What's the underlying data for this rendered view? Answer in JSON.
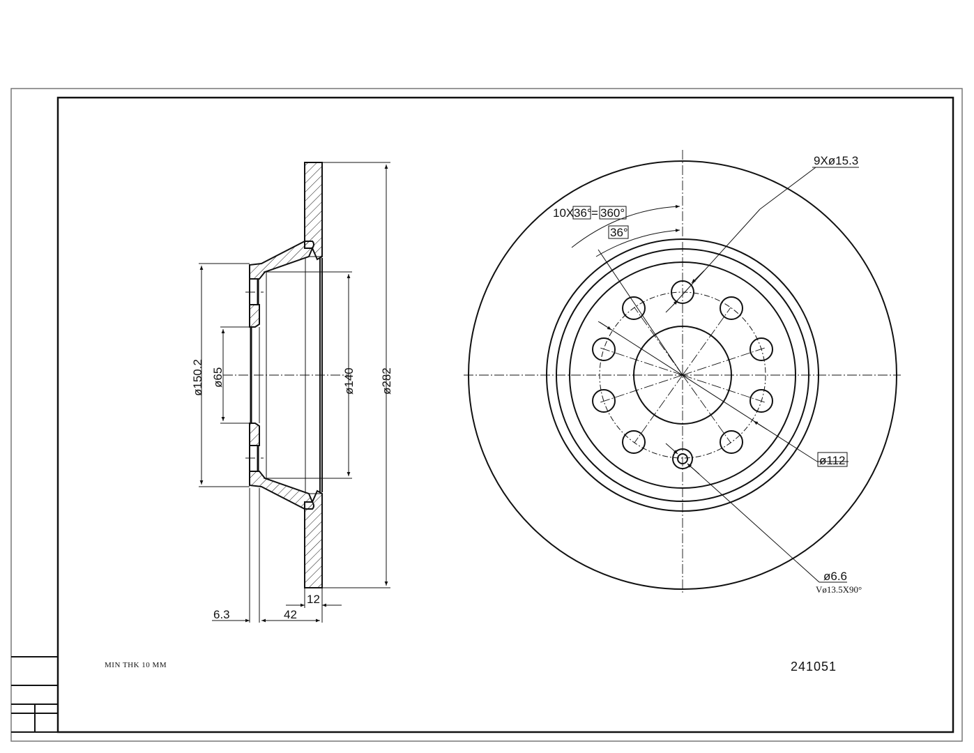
{
  "drawing": {
    "part_number": "241051",
    "note": "MIN THK 10 MM",
    "side_view": {
      "dimensions": {
        "overall_diameter": "ø282",
        "hat_diameter": "ø140",
        "hat_outer_diameter": "ø150.2",
        "center_bore": "ø65",
        "disc_thickness": "12",
        "overall_height": "42",
        "hub_thickness": "6.3"
      }
    },
    "front_view": {
      "bolt_holes": "9Xø15.3",
      "angle_pattern_prefix": "10X",
      "angle_pattern_each": "36°",
      "angle_pattern_equals": "=",
      "angle_pattern_total": "360°",
      "angle_single": "36°",
      "bolt_circle": "ø112",
      "locating_hole": "ø6.6",
      "countersink": "Vø13.5X90°"
    },
    "colors": {
      "line": "#111111",
      "frame_outer": "#777777",
      "background": "#ffffff"
    }
  }
}
